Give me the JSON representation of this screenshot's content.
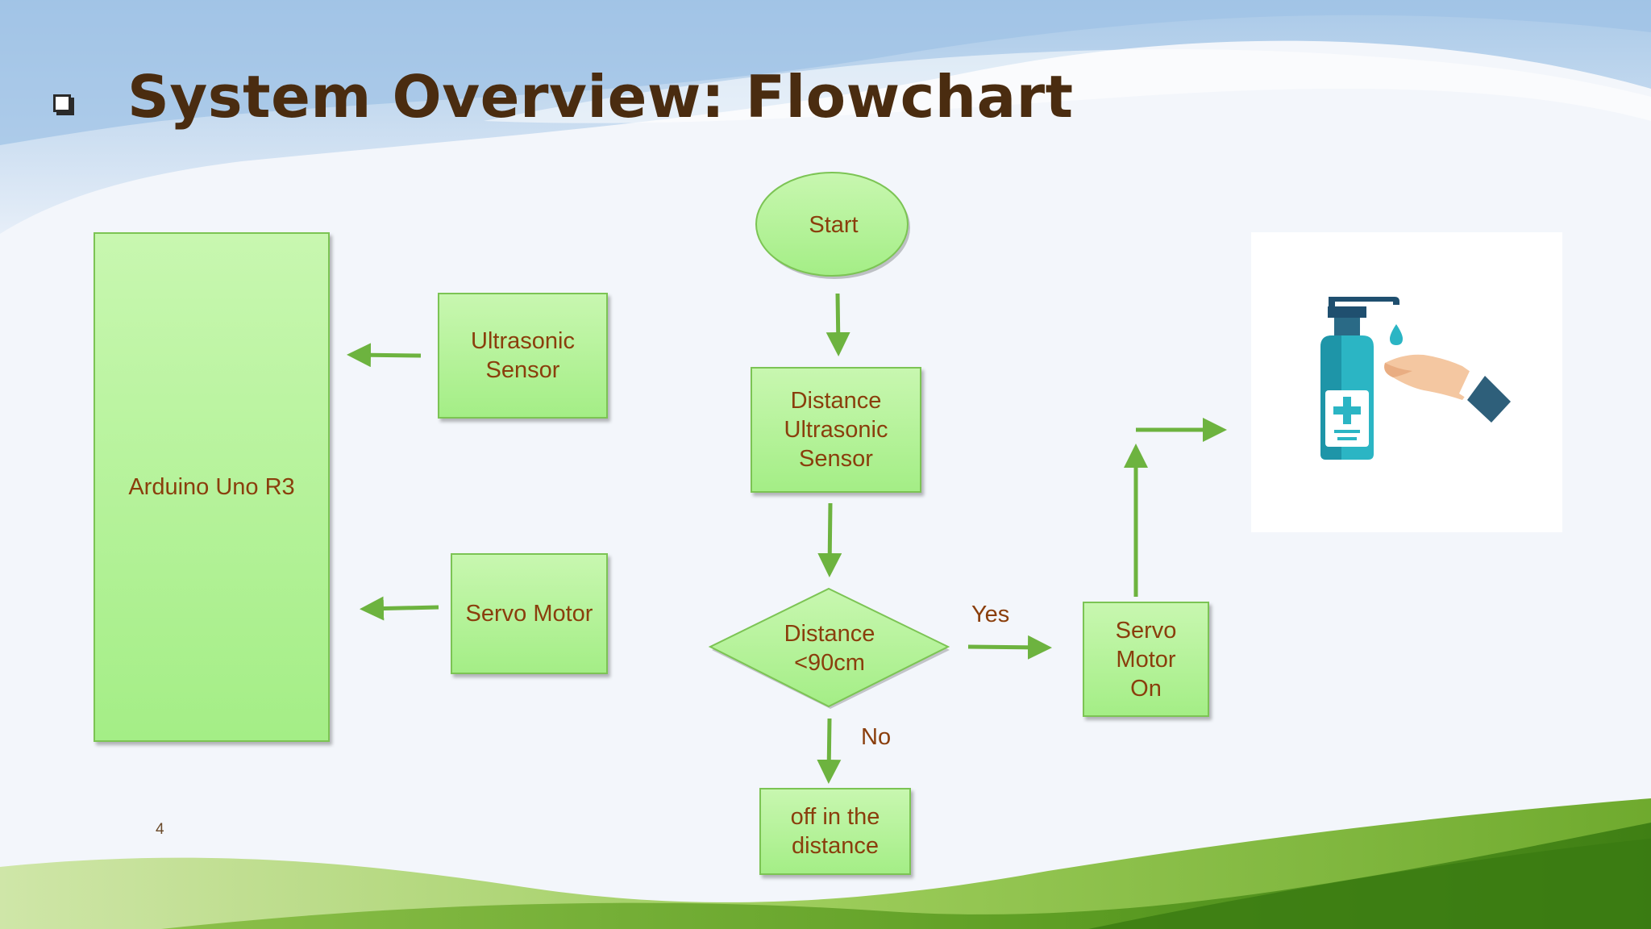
{
  "slide": {
    "title": "System Overview: Flowchart",
    "page_number": "4"
  },
  "flowchart": {
    "arduino": "Arduino Uno R3",
    "ultrasonic": [
      "Ultrasonic",
      "Sensor"
    ],
    "servo_motor": "Servo Motor",
    "start": "Start",
    "distance_sensor": [
      "Distance",
      "Ultrasonic",
      "Sensor"
    ],
    "decision": [
      "Distance",
      "<90cm"
    ],
    "servo_on": [
      "Servo",
      "Motor",
      "On"
    ],
    "off": [
      "off in the",
      "distance"
    ],
    "yes_label": "Yes",
    "no_label": "No"
  },
  "colors": {
    "box_fill": "#b4f29a",
    "box_border": "#7cc454",
    "arrow": "#6db33f",
    "text": "#8a3e0c",
    "title": "#4a2c10"
  },
  "icons": {
    "sanitizer": "hand-sanitizer-icon"
  }
}
